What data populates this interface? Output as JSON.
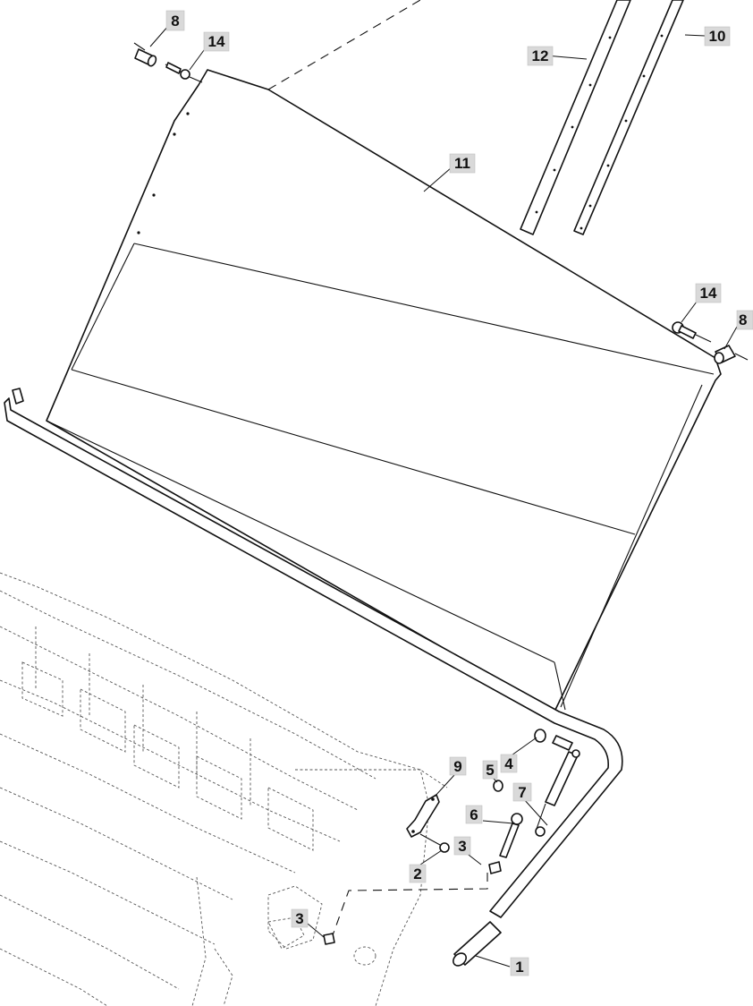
{
  "callouts": {
    "c1": "1",
    "c2": "2",
    "c3a": "3",
    "c3b": "3",
    "c4": "4",
    "c5": "5",
    "c6": "6",
    "c7": "7",
    "c8a": "8",
    "c8b": "8",
    "c9": "9",
    "c10": "10",
    "c11": "11",
    "c12": "12",
    "c14a": "14",
    "c14b": "14"
  },
  "colors": {
    "callout_fill": "#d9d9d9",
    "line": "#111111",
    "ghost_frame": "#555555"
  }
}
